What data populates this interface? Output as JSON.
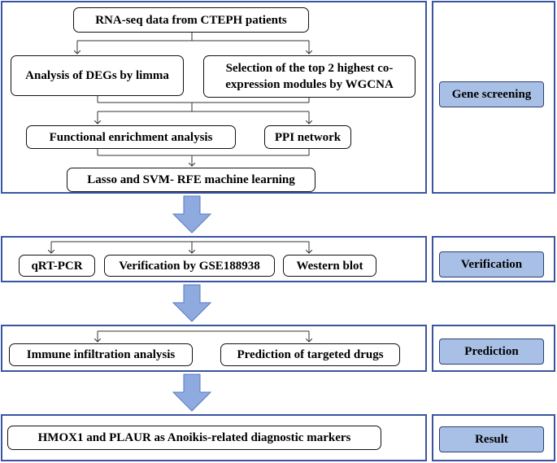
{
  "stages": {
    "gene_screening": {
      "label": "Gene screening",
      "steps": {
        "rnaseq": "RNA-seq data from CTEPH patients",
        "degs": "Analysis of DEGs by limma",
        "wgcna_line1": "Selection of the top 2 highest co-",
        "wgcna_line2": "expression modules by WGCNA",
        "enrichment": "Functional enrichment analysis",
        "ppi": "PPI network",
        "ml": "Lasso and SVM- RFE machine learning"
      }
    },
    "verification": {
      "label": "Verification",
      "steps": {
        "qrtpcr": "qRT-PCR",
        "gse": "Verification by GSE188938",
        "western": "Western blot"
      }
    },
    "prediction": {
      "label": "Prediction",
      "steps": {
        "immune": "Immune infiltration analysis",
        "drugs": "Prediction of targeted drugs"
      }
    },
    "result": {
      "label": "Result",
      "steps": {
        "markers": "HMOX1 and PLAUR as Anoikis-related diagnostic markers"
      }
    }
  },
  "colors": {
    "panel_border": "#3a55a0",
    "label_fill": "#a9c0e6",
    "arrow_fill": "#8eaadf",
    "arrow_stroke": "#5b7bc4"
  }
}
